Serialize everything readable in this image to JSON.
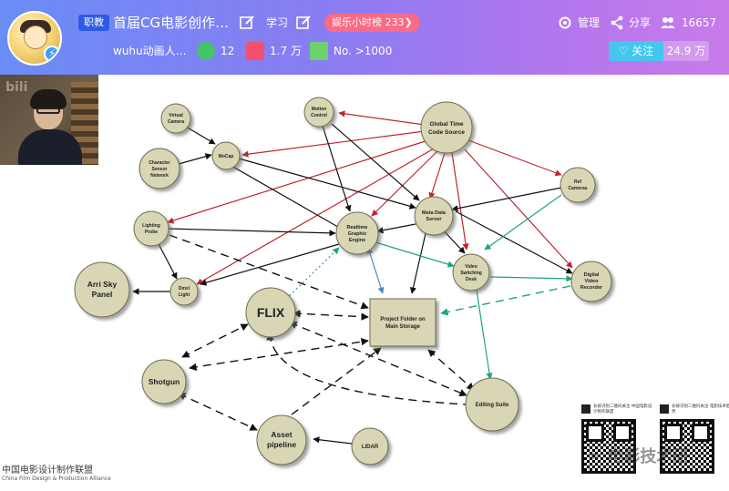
{
  "header": {
    "tag": "职教",
    "title": "首届CG电影创作…",
    "study_label": "学习",
    "rank": "娱乐小时榜 233❯",
    "host": "wuhu动画人…",
    "stats": [
      {
        "icon": "level-icon",
        "value": "12"
      },
      {
        "icon": "gift-icon",
        "value": "1.7 万"
      },
      {
        "icon": "rank-icon",
        "value": "No. >1000"
      }
    ],
    "manage_label": "管理",
    "share_label": "分享",
    "viewers": "16657",
    "follow_label": "♡ 关注",
    "followers": "24.9 万"
  },
  "diagram": {
    "nodes": [
      {
        "id": "virtual",
        "label": "Virtual\nCamera"
      },
      {
        "id": "motion",
        "label": "Motion\nControl"
      },
      {
        "id": "gtc",
        "label": "Global Time\nCode Source"
      },
      {
        "id": "charsensor",
        "label": "Character\nSensor\nNetwork"
      },
      {
        "id": "mocap",
        "label": "MoCap"
      },
      {
        "id": "refcam",
        "label": "Ref\nCameras"
      },
      {
        "id": "lighting",
        "label": "Lighting\nProbe"
      },
      {
        "id": "rge",
        "label": "Realtime\nGraphic\nEngine"
      },
      {
        "id": "meta",
        "label": "Meta Data\nServer"
      },
      {
        "id": "video",
        "label": "Video\nSwitching\nDesk"
      },
      {
        "id": "dvr",
        "label": "Digital\nVideo\nRecorder"
      },
      {
        "id": "arri",
        "label": "Arri Sky\nPanel"
      },
      {
        "id": "dmx",
        "label": "Dmxl\nLight"
      },
      {
        "id": "flix",
        "label": "FLIX"
      },
      {
        "id": "project",
        "label": "Project Folder on\nMain Storage"
      },
      {
        "id": "shotgun",
        "label": "Shotgun"
      },
      {
        "id": "editing",
        "label": "Editing Suite"
      },
      {
        "id": "asset",
        "label": "Asset\npipeline"
      },
      {
        "id": "lidar",
        "label": "LIDAR"
      }
    ]
  },
  "footer": {
    "brand": "中国电影设计制作联盟",
    "brand_sub": "China Film Design & Production Alliance",
    "qr1_caption": "长按识别二维码关注 中国电影设计制作联盟",
    "qr2_caption": "长按识别二维码关注 电影技术趋势",
    "watermark": "电影技术研"
  },
  "colors": {
    "node_fill": "#d8d6b4",
    "node_stroke": "#6e6c4e",
    "red": "#c0242c",
    "green": "#1aa67a",
    "black": "#111111",
    "blue": "#4d8ab8"
  }
}
